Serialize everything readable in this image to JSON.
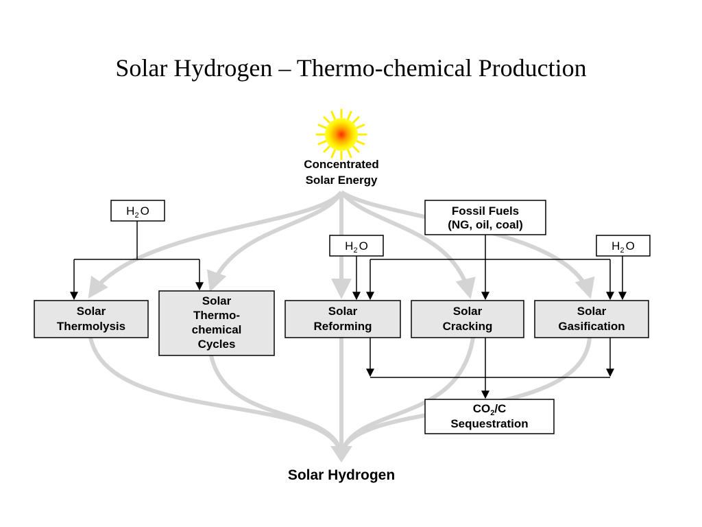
{
  "title": "Solar Hydrogen – Thermo-chemical Production",
  "source": {
    "line1": "Concentrated",
    "line2": "Solar Energy",
    "icon": "sun-icon"
  },
  "inputs": {
    "water_left": {
      "main": "H",
      "sub": "2",
      "tail": "O"
    },
    "water_mid": {
      "main": "H",
      "sub": "2",
      "tail": "O"
    },
    "water_right": {
      "main": "H",
      "sub": "2",
      "tail": "O"
    },
    "fossil": {
      "line1": "Fossil Fuels",
      "line2": "(NG, oil, coal)"
    }
  },
  "processes": {
    "thermolysis": {
      "line1": "Solar",
      "line2": "Thermolysis"
    },
    "thermochemical": {
      "line1": "Solar",
      "line2": "Thermo-",
      "line3": "chemical",
      "line4": "Cycles"
    },
    "reforming": {
      "line1": "Solar",
      "line2": "Reforming"
    },
    "cracking": {
      "line1": "Solar",
      "line2": "Cracking"
    },
    "gasification": {
      "line1": "Solar",
      "line2": "Gasification"
    }
  },
  "sequestration": {
    "pre": "CO",
    "sub": "2",
    "post": "/C",
    "line2": "Sequestration"
  },
  "output": "Solar Hydrogen",
  "colors": {
    "box_fill": "#e6e6e6",
    "gray_arrow": "#d4d4d4",
    "line": "#000000"
  }
}
